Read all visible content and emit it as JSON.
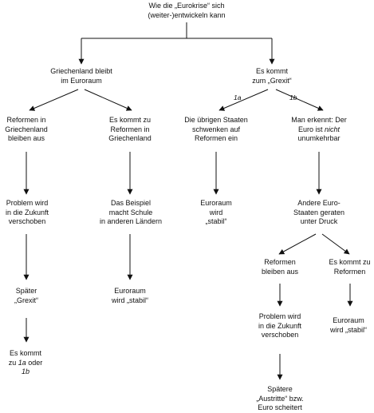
{
  "nodes": {
    "root": {
      "lines": [
        "Wie die „Eurokrise“ sich",
        "(weiter-)entwickeln kann"
      ]
    },
    "greece_stays": {
      "lines": [
        "Griechenland bleibt",
        "im Euroraum"
      ]
    },
    "grexit": {
      "lines": [
        "Es kommt",
        "zum „Grexit“"
      ]
    },
    "reforms_out_gr": {
      "lines": [
        "Reformen  in",
        "Griechenland",
        "bleiben aus"
      ]
    },
    "reforms_in_gr": {
      "lines": [
        "Es kommt  zu",
        "Reformen  in",
        "Griechenland"
      ]
    },
    "others_reform": {
      "lines": [
        "Die übrigen Staaten",
        "schwenken  auf",
        "Reformen ein"
      ]
    },
    "euro_not_irrev": {
      "lines": [
        "Man erkennt:  Der",
        "Euro ist",
        "unumkehrbar"
      ],
      "italic_word": "nicht"
    },
    "problem_postponed_1": {
      "lines": [
        "Problem wird",
        "in die Zukunft",
        "verschoben"
      ]
    },
    "example_spreads": {
      "lines": [
        "Das Beispiel",
        "macht Schule",
        "in anderen Ländern"
      ]
    },
    "euro_stable_1a": {
      "lines": [
        "Euroraum",
        "wird",
        "„stabil“"
      ]
    },
    "others_pressure": {
      "lines": [
        "Andere Euro-",
        "Staaten  geraten",
        "unter Druck"
      ]
    },
    "later_grexit": {
      "lines": [
        "Später",
        "„Grexit“"
      ]
    },
    "euro_stable_2": {
      "lines": [
        "Euroraum",
        "wird „stabil“"
      ]
    },
    "reforms_out_2": {
      "lines": [
        "Reformen",
        "bleiben aus"
      ]
    },
    "reforms_in_2": {
      "lines": [
        "Es kommt  zu",
        "Reformen"
      ]
    },
    "comes_to_1a_1b": {
      "lines": [
        "Es kommt",
        "zu",
        "oder",
        "1b"
      ],
      "italic_1a": "1a"
    },
    "problem_postponed_2": {
      "lines": [
        "Problem wird",
        "in die Zukunft",
        "verschoben"
      ]
    },
    "euro_stable_3": {
      "lines": [
        "Euroraum",
        "wird „stabil“"
      ]
    },
    "later_exits": {
      "lines": [
        "Spätere",
        "„Austritte“ bzw.",
        "Euro scheitert"
      ]
    }
  },
  "edge_labels": {
    "a": "1a",
    "b": "1b"
  }
}
